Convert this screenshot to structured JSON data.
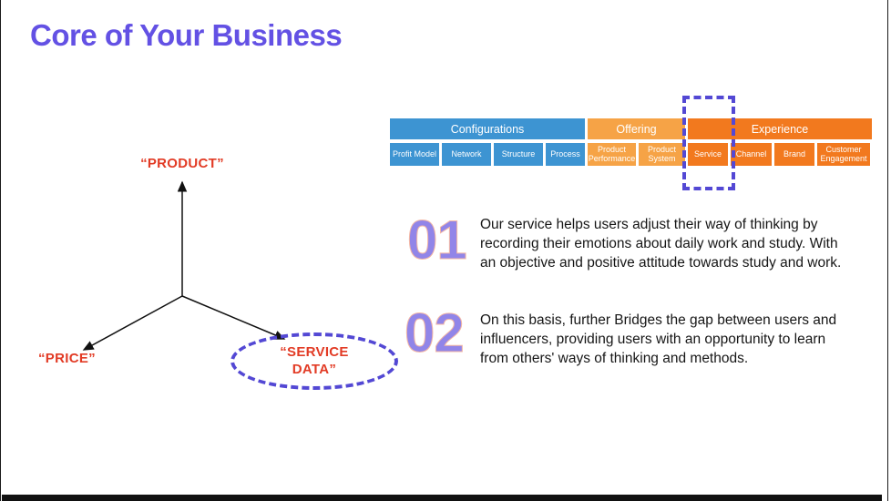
{
  "slide": {
    "title": "Core of Your Business"
  },
  "colors": {
    "title_purple": "#6351e4",
    "number_purple": "#9185e8",
    "label_red": "#e23b25",
    "table_blue": "#3d94d2",
    "table_light_orange": "#f6a346",
    "table_dark_orange": "#f2791e",
    "dash_purple": "#5348d4"
  },
  "axes": {
    "product_label": "“PRODUCT”",
    "price_label": "“PRICE”",
    "service_data_label": "“SERVICE\nDATA”"
  },
  "matrix_table": {
    "groups": [
      {
        "header": "Configurations",
        "cells": [
          "Profit Model",
          "Network",
          "Structure",
          "Process"
        ]
      },
      {
        "header": "Offering",
        "cells": [
          "Product Performance",
          "Product System"
        ]
      },
      {
        "header": "Experience",
        "cells": [
          "Service",
          "Channel",
          "Brand",
          "Customer Engagement"
        ]
      }
    ],
    "highlighted_cell": "Service"
  },
  "points": [
    {
      "number": "01",
      "text": "Our service helps users adjust their way of thinking by recording their emotions about daily work and study. With an objective and positive attitude towards study and work."
    },
    {
      "number": "02",
      "text": "On this basis, further Bridges the gap between users and influencers, providing users with an opportunity to learn from others' ways of thinking and methods."
    }
  ]
}
